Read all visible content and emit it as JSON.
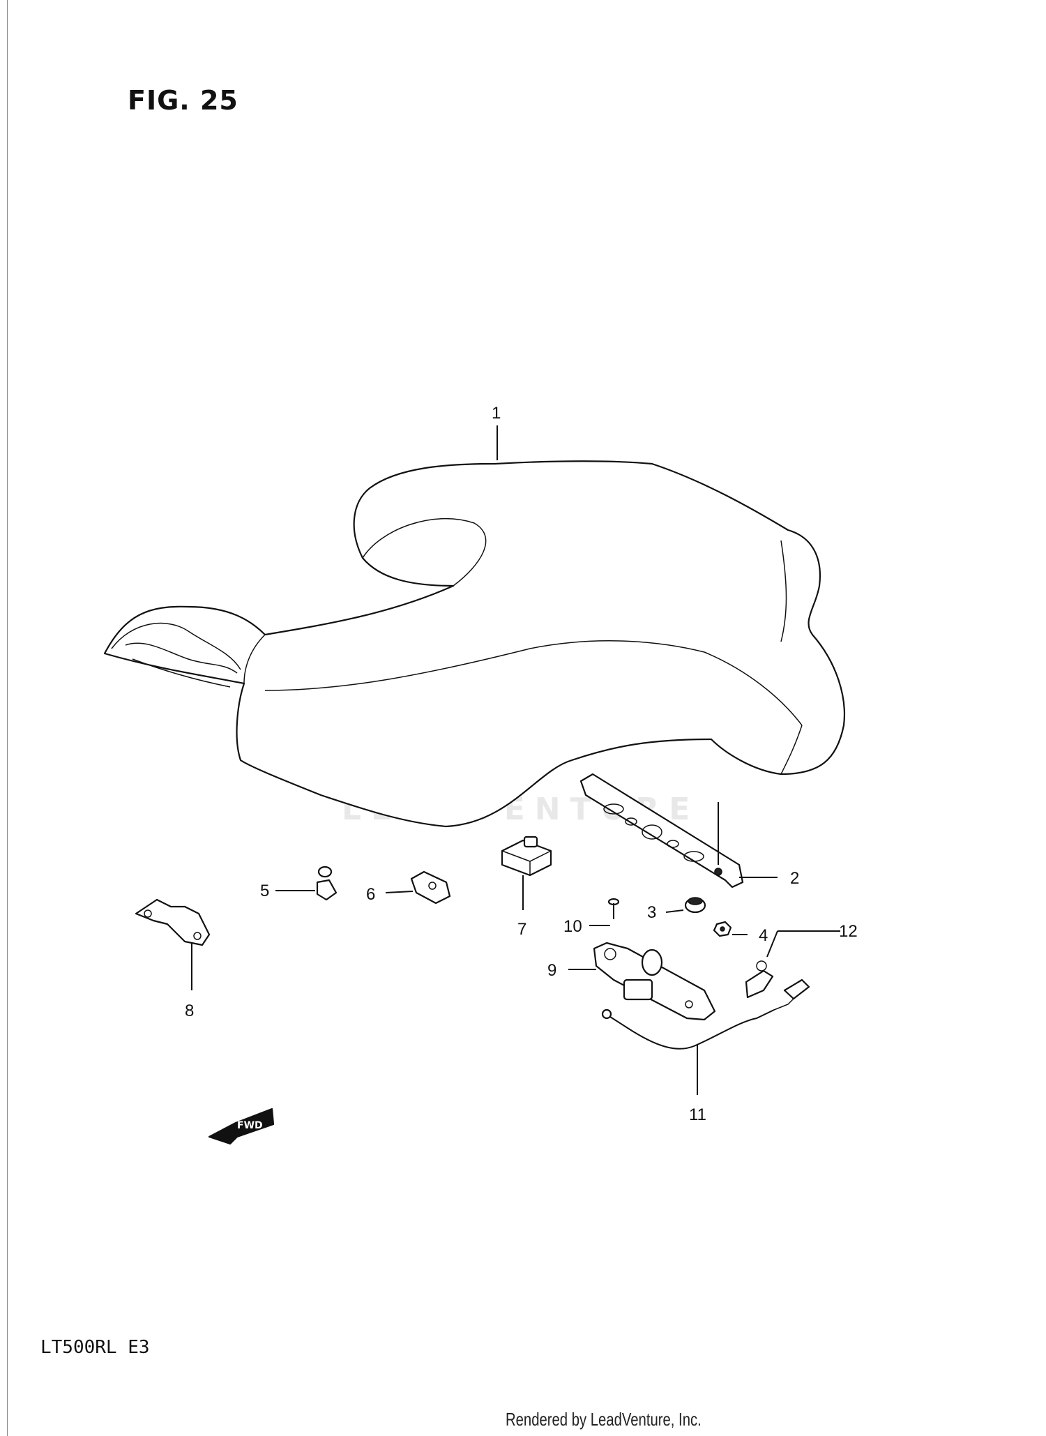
{
  "figure": {
    "title": "FIG. 25"
  },
  "model": {
    "code": "LT500RL  E3"
  },
  "footer": {
    "text": "Rendered by LeadVenture, Inc."
  },
  "watermark": {
    "text": "LEADVENTURE"
  },
  "direction_badge": {
    "text": "FWD"
  },
  "callouts": [
    {
      "id": "1",
      "label": "1"
    },
    {
      "id": "2",
      "label": "2"
    },
    {
      "id": "3",
      "label": "3"
    },
    {
      "id": "4",
      "label": "4"
    },
    {
      "id": "5",
      "label": "5"
    },
    {
      "id": "6",
      "label": "6"
    },
    {
      "id": "7",
      "label": "7"
    },
    {
      "id": "8",
      "label": "8"
    },
    {
      "id": "9",
      "label": "9"
    },
    {
      "id": "10",
      "label": "10"
    },
    {
      "id": "11",
      "label": "11"
    },
    {
      "id": "12",
      "label": "12"
    }
  ]
}
